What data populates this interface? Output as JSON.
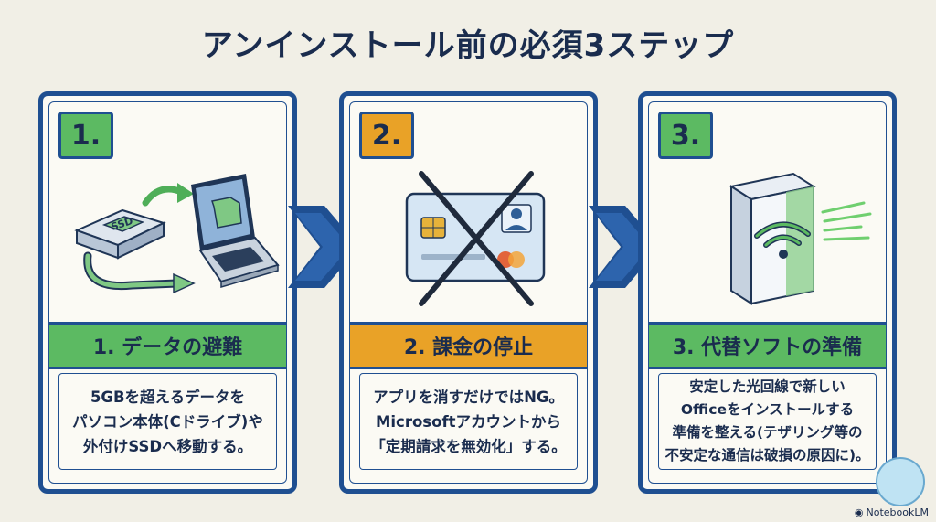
{
  "title": "アンインストール前の必須3ステップ",
  "colors": {
    "frame": "#1f4f91",
    "green": "#5cba62",
    "orange": "#e9a227",
    "background": "#f1efe6"
  },
  "steps": [
    {
      "number": "1.",
      "heading": "1. データの避難",
      "accent": "#5cba62",
      "lines": [
        "5GBを超えるデータを",
        "パソコン本体(Cドライブ)や",
        "外付けSSDへ移動する。"
      ],
      "illustration_icon": "ssd-to-laptop-icon",
      "ssd_label": "SSD"
    },
    {
      "number": "2.",
      "heading": "2. 課金の停止",
      "accent": "#e9a227",
      "lines": [
        "アプリを消すだけではNG。",
        "Microsoftアカウントから",
        "「定期請求を無効化」する。"
      ],
      "illustration_icon": "crossed-credit-card-icon"
    },
    {
      "number": "3.",
      "heading": "3. 代替ソフトの準備",
      "accent": "#5cba62",
      "lines": [
        "安定した光回線で新しい",
        "Officeをインストールする",
        "準備を整える(テザリング等の",
        "不安定な通信は破損の原因に)。"
      ],
      "illustration_icon": "software-box-wifi-icon"
    }
  ],
  "footer": {
    "brand": "NotebookLM"
  }
}
